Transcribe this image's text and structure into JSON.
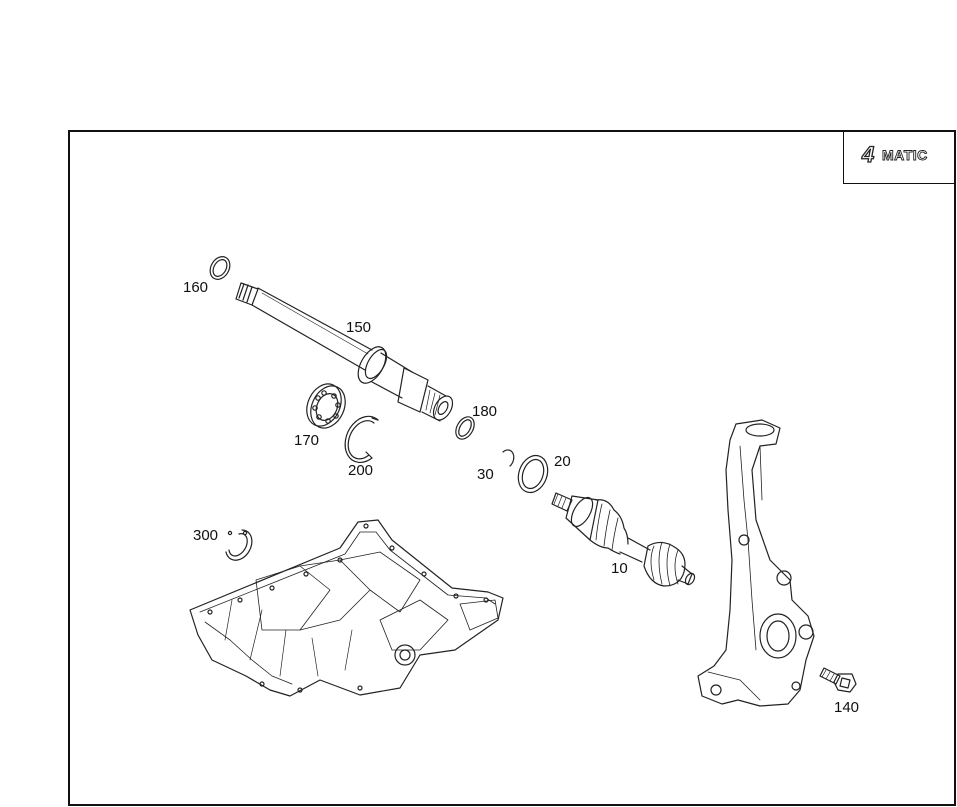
{
  "badge": {
    "number": "4",
    "text": "MATIC"
  },
  "parts": [
    {
      "id": "p160",
      "label": "160"
    },
    {
      "id": "p150",
      "label": "150"
    },
    {
      "id": "p180",
      "label": "180"
    },
    {
      "id": "p170",
      "label": "170"
    },
    {
      "id": "p200",
      "label": "200"
    },
    {
      "id": "p30",
      "label": "30"
    },
    {
      "id": "p20",
      "label": "20"
    },
    {
      "id": "p300",
      "label": "300"
    },
    {
      "id": "p10",
      "label": "10"
    },
    {
      "id": "p140",
      "label": "140"
    }
  ]
}
